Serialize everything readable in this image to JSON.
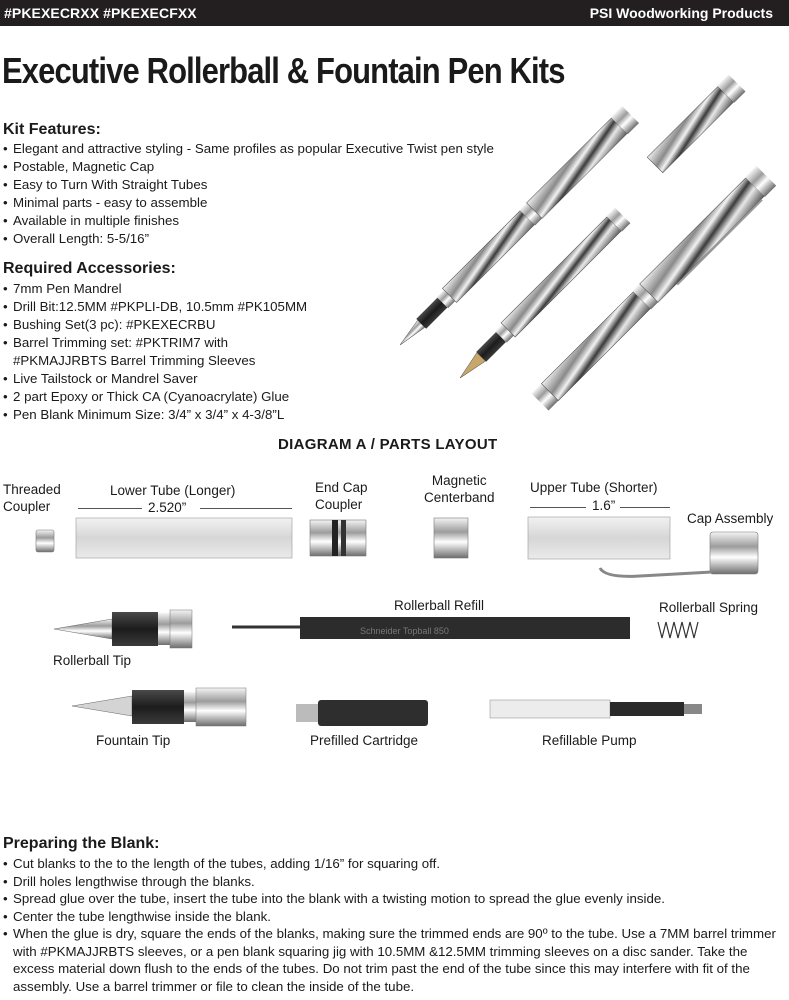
{
  "header": {
    "codes": "#PKEXECRXX #PKEXECFXX",
    "brand": "PSI Woodworking Products"
  },
  "title": "Executive Rollerball & Fountain Pen Kits",
  "features": {
    "heading": "Kit Features:",
    "items": [
      "Elegant and attractive styling - Same profiles as popular Executive Twist pen style",
      "Postable, Magnetic Cap",
      "Easy to Turn With Straight Tubes",
      "Minimal parts - easy to assemble",
      "Available in multiple finishes",
      "Overall Length:  5-5/16”"
    ]
  },
  "accessories": {
    "heading": "Required Accessories:",
    "items": [
      "7mm Pen Mandrel",
      "Drill Bit:12.5MM #PKPLI-DB, 10.5mm #PK105MM",
      "Bushing Set(3 pc): #PKEXECRBU",
      "Barrel Trimming set: #PKTRIM7 with",
      "#PKMAJJRBTS Barrel Trimming Sleeves",
      "Live Tailstock or Mandrel Saver",
      "2 part Epoxy or Thick CA (Cyanoacrylate) Glue",
      "Pen Blank Minimum Size: 3/4” x 3/4” x  4-3/8”L"
    ]
  },
  "diagram": {
    "title": "DIAGRAM A / PARTS LAYOUT",
    "threaded_coupler_1": "Threaded",
    "threaded_coupler_2": "Coupler",
    "lower_tube": "Lower Tube (Longer)",
    "lower_tube_dim": "2.520”",
    "end_cap_1": "End Cap",
    "end_cap_2": "Coupler",
    "magnetic_1": "Magnetic",
    "magnetic_2": "Centerband",
    "upper_tube": "Upper Tube (Shorter)",
    "upper_tube_dim": "1.6”",
    "cap_assembly": "Cap Assembly",
    "rollerball_refill": "Rollerball Refill",
    "rollerball_spring": "Rollerball Spring",
    "rollerball_tip": "Rollerball Tip",
    "fountain_tip": "Fountain Tip",
    "prefilled_cartridge": "Prefilled Cartridge",
    "refillable_pump": "Refillable Pump",
    "refill_print": "Schneider  Topball 850"
  },
  "preparing": {
    "heading": "Preparing the Blank:",
    "items": [
      "Cut  blanks to the to the length of the tubes, adding 1/16” for squaring off.",
      "Drill holes lengthwise through the blanks.",
      "Spread glue over the tube, insert the tube into the blank with a twisting motion to spread the glue evenly inside.",
      "Center the tube lengthwise inside the blank.",
      "When the glue is dry, square the ends of the blanks, making sure the trimmed ends are 90º to the tube. Use a 7MM barrel trimmer with #PKMAJJRBTS sleeves, or a pen blank squaring jig with 10.5MM &12.5MM trimming sleeves on a disc sander. Take the excess material down flush to the ends of the tubes. Do not trim past the end of the tube since this may interfere with fit of the assembly. Use a barrel trimmer or file to clean the inside of the tube."
    ]
  }
}
